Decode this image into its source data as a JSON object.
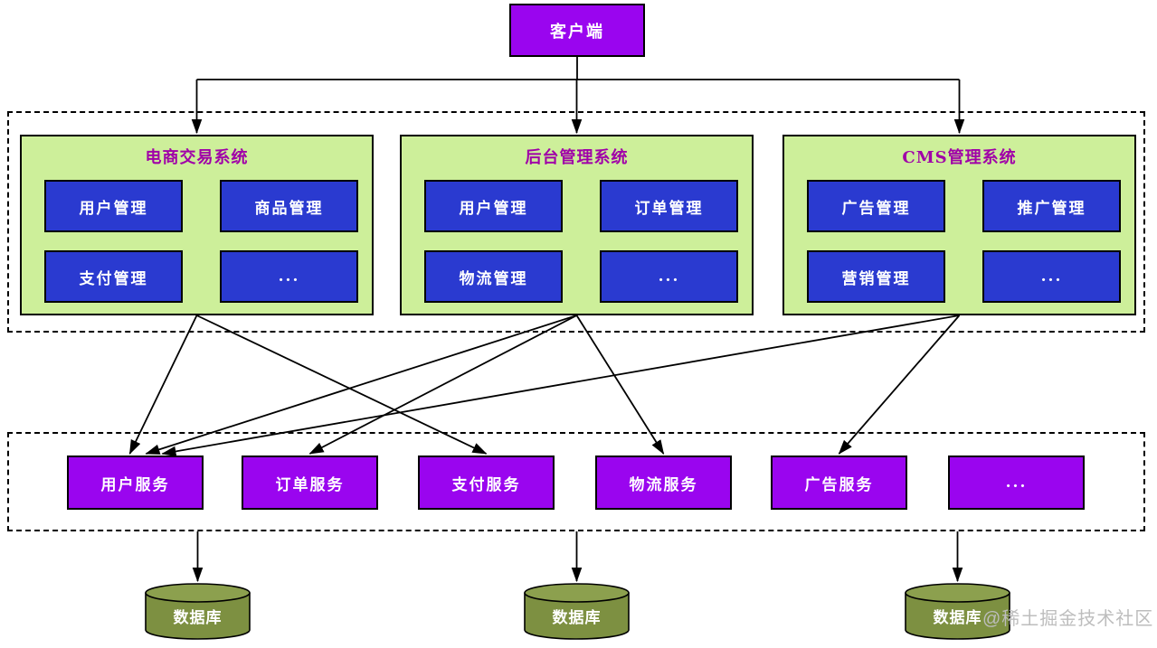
{
  "client": {
    "label": "客户端"
  },
  "systems": [
    {
      "title": "电商交易系统",
      "modules": [
        "用户管理",
        "商品管理",
        "支付管理",
        "..."
      ]
    },
    {
      "title": "后台管理系统",
      "modules": [
        "用户管理",
        "订单管理",
        "物流管理",
        "..."
      ]
    },
    {
      "title": "CMS管理系统",
      "modules": [
        "广告管理",
        "推广管理",
        "营销管理",
        "..."
      ]
    }
  ],
  "services": [
    {
      "label": "用户服务"
    },
    {
      "label": "订单服务"
    },
    {
      "label": "支付服务"
    },
    {
      "label": "物流服务"
    },
    {
      "label": "广告服务"
    },
    {
      "label": "..."
    }
  ],
  "databases": [
    {
      "label": "数据库"
    },
    {
      "label": "数据库"
    },
    {
      "label": "数据库"
    }
  ],
  "edges": [
    {
      "from": "电商交易系统",
      "to": "用户服务"
    },
    {
      "from": "电商交易系统",
      "to": "支付服务"
    },
    {
      "from": "后台管理系统",
      "to": "用户服务"
    },
    {
      "from": "后台管理系统",
      "to": "订单服务"
    },
    {
      "from": "后台管理系统",
      "to": "物流服务"
    },
    {
      "from": "CMS管理系统",
      "to": "用户服务"
    },
    {
      "from": "CMS管理系统",
      "to": "广告服务"
    }
  ],
  "client_edges": [
    {
      "from": "客户端",
      "to": "电商交易系统"
    },
    {
      "from": "客户端",
      "to": "后台管理系统"
    },
    {
      "from": "客户端",
      "to": "CMS管理系统"
    }
  ],
  "database_edges": [
    {
      "from": "services-tier",
      "to": "数据库-0"
    },
    {
      "from": "services-tier",
      "to": "数据库-1"
    },
    {
      "from": "services-tier",
      "to": "数据库-2"
    }
  ],
  "watermark": "@稀土掘金技术社区",
  "colors": {
    "node_purple": "#9a05ef",
    "module_blue": "#2a3ad0",
    "system_green": "#cdef9a",
    "system_title": "#a000a8",
    "db_body": "#7d9041",
    "db_top": "#8ca04e",
    "line": "#000000",
    "text_light": "#ffffff",
    "watermark_gray": "#bdbdbd"
  }
}
